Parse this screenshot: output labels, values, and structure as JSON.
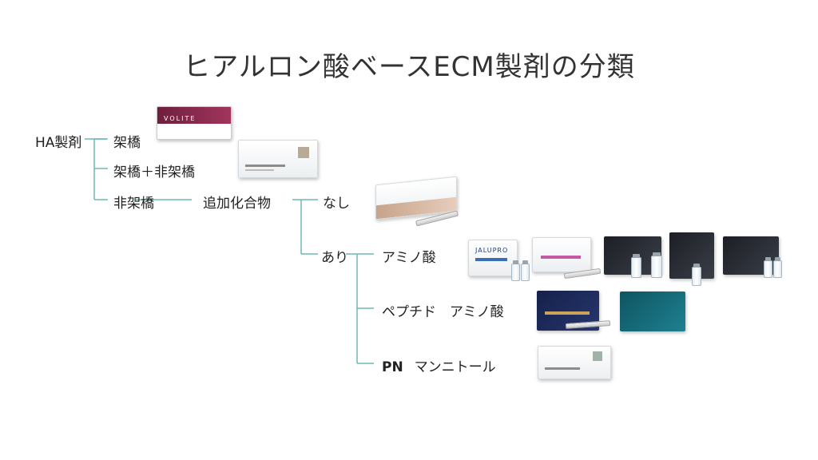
{
  "title": "ヒアルロン酸ベースECM製剤の分類",
  "colors": {
    "connector": "#6fb8b4",
    "title_text": "#333333",
    "label_text": "#222222"
  },
  "tree": {
    "root": "HA製剤",
    "crosslinked": "架橋",
    "crosslinked_and_non": "架橋＋非架橋",
    "non_crosslinked": "非架橋",
    "additive": "追加化合物",
    "none": "なし",
    "present": "あり",
    "amino_acid": "アミノ酸",
    "peptide_amino_acid": "ペプチド　アミノ酸",
    "pn_prefix": "PN",
    "pn_mannitol": "マンニトール"
  },
  "products": {
    "volite": {
      "brand": "VOLITE",
      "icon": "product-box-image"
    },
    "box_b": {
      "icon": "product-box-image"
    },
    "box_c": {
      "icon": "product-box-image"
    },
    "jalupro": {
      "brand": "JALUPRO",
      "icon": "product-box-image"
    },
    "box_pn": {
      "icon": "product-box-image"
    }
  }
}
